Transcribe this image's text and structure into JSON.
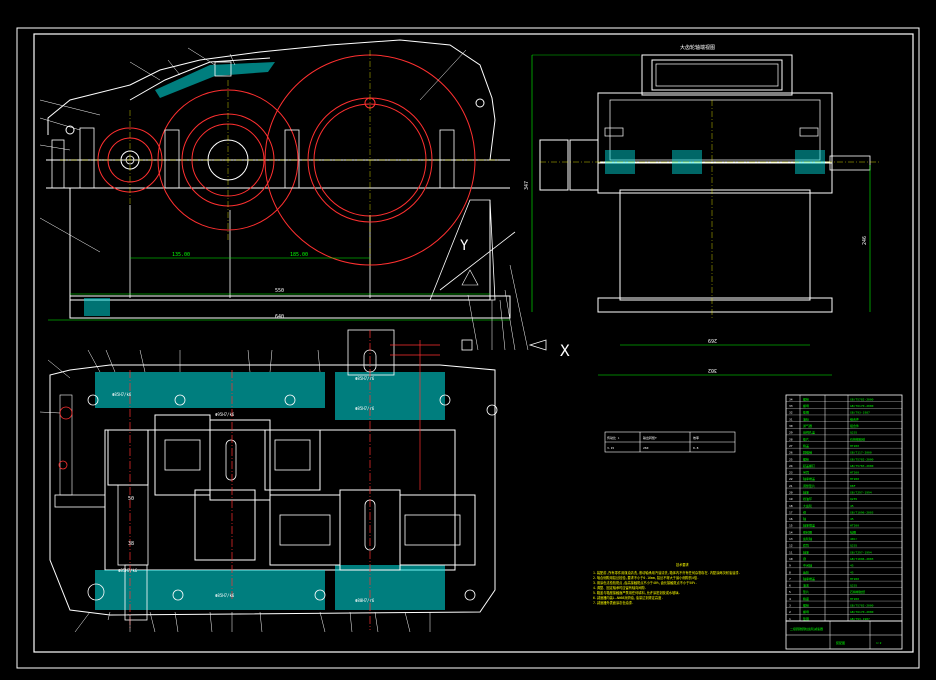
{
  "drawing": {
    "side_view_title": "大齿轮轴端视图",
    "dims": {
      "center1": "135.00",
      "center2": "185.00",
      "base_len": "550",
      "overall_len": "640",
      "side_height": "347",
      "side_inner_h": "246",
      "side_inner_w": "269",
      "side_overall_w": "302",
      "seg_a": "50",
      "seg_b": "38"
    },
    "fits": {
      "f1": "Φ85H7/k6",
      "f2": "Φ95H7/k6",
      "f3": "Φ85H7/r6",
      "f4": "Φ85H7/r6",
      "f5": "Φ85H7/k6",
      "f6": "Φ85H7/k6",
      "f7": "Φ80H7/r6"
    },
    "axis_labels": {
      "y": "Y",
      "x": "X"
    },
    "colors": {
      "outline": "#ffffff",
      "gear": "#ff3030",
      "dim": "#00ff00",
      "center": "#ffff00",
      "section": "#00e5e5"
    }
  },
  "spec_table": {
    "header": [
      "传动比 i",
      "输出转矩T",
      "效率"
    ],
    "row": [
      "3.15",
      "260",
      "0.8"
    ]
  },
  "tech_req": {
    "title": "技术要求",
    "lines": [
      "1.装配前,所有零件用煤油清洗,滚动轴承用汽油清洗,箱体内不许有任何杂物存在.内壁涂两次耐油油漆.",
      "2.啮合侧隙用铅丝检验,要求不小于0.16mm,铅丝不得大于最小侧隙的4倍.",
      "3.用涂色法检验斑点,齿高接触斑点不小于40%,齿长接触斑点不小于50%.",
      "4.调整、固定轴承时应留有轴向间隙.",
      "5.箱盖与箱座接触面严禁用任何填料,允许涂密封胶或水玻璃.",
      "6.减速器内装L-AN68润滑油,油量达到规定高度.",
      "7.减速器外表面涂灰色油漆."
    ]
  },
  "parts_list": {
    "rows": [
      [
        "34",
        "螺栓",
        "GB/T5782-2000"
      ],
      [
        "33",
        "螺母",
        "GB/T6170-2000"
      ],
      [
        "32",
        "垫圈",
        "GB/T93-1987"
      ],
      [
        "31",
        "油标",
        "组合件"
      ],
      [
        "30",
        "通气器",
        "组合件"
      ],
      [
        "29",
        "窥视孔盖",
        "Q235"
      ],
      [
        "28",
        "垫片",
        "石棉橡胶纸"
      ],
      [
        "27",
        "箱盖",
        "HT200"
      ],
      [
        "26",
        "圆锥销",
        "GB/T117-2000"
      ],
      [
        "25",
        "螺栓",
        "GB/T5782-2000"
      ],
      [
        "24",
        "起盖螺钉",
        "GB/T5783-2000"
      ],
      [
        "23",
        "吊耳",
        "HT200"
      ],
      [
        "22",
        "轴承端盖",
        "HT200"
      ],
      [
        "21",
        "调整垫片",
        "08F"
      ],
      [
        "20",
        "轴承",
        "GB/T297-1994"
      ],
      [
        "19",
        "挡油环",
        "Q235"
      ],
      [
        "18",
        "大齿轮",
        "45"
      ],
      [
        "17",
        "键",
        "GB/T1096-2003"
      ],
      [
        "16",
        "轴",
        "45"
      ],
      [
        "15",
        "轴承端盖",
        "HT200"
      ],
      [
        "14",
        "密封圈",
        "毡圈"
      ],
      [
        "13",
        "齿轮轴",
        "40Cr"
      ],
      [
        "12",
        "套筒",
        "Q235"
      ],
      [
        "11",
        "轴承",
        "GB/T297-1994"
      ],
      [
        "10",
        "键",
        "GB/T1096-2003"
      ],
      [
        "9",
        "中间轴",
        "45"
      ],
      [
        "8",
        "齿轮",
        "45"
      ],
      [
        "7",
        "轴承端盖",
        "HT200"
      ],
      [
        "6",
        "油塞",
        "Q235"
      ],
      [
        "5",
        "垫片",
        "石棉橡胶纸"
      ],
      [
        "4",
        "箱座",
        "HT200"
      ],
      [
        "3",
        "螺栓",
        "GB/T5782-2000"
      ],
      [
        "2",
        "螺母",
        "GB/T6170-2000"
      ],
      [
        "1",
        "垫圈",
        "GB/T93-1987"
      ]
    ],
    "title_name": "二级圆锥圆柱齿轮减速器",
    "title_sheet": "装配图",
    "title_scale": "1:2"
  }
}
